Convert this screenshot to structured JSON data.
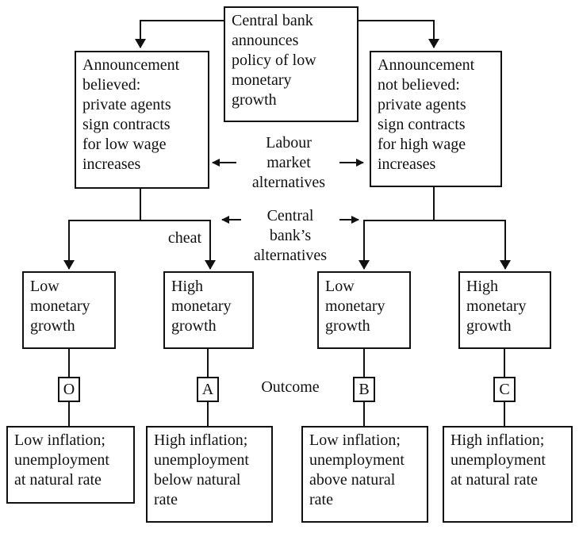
{
  "top": [
    "Central bank",
    "announces",
    "policy of low",
    "monetary",
    "growth"
  ],
  "left_announcement": [
    "Announcement",
    "believed:",
    "private agents",
    "sign contracts",
    "for low wage",
    "increases"
  ],
  "right_announcement": [
    "Announcement",
    "not believed:",
    "private agents",
    "sign contracts",
    "for high wage",
    "increases"
  ],
  "labour_market": [
    "Labour",
    "market",
    "alternatives"
  ],
  "central_bank_alt": [
    "Central",
    "bank’s",
    "alternatives"
  ],
  "cheat": "cheat",
  "outcome": "Outcome",
  "policies": [
    [
      "Low",
      "monetary",
      "growth"
    ],
    [
      "High",
      "monetary",
      "growth"
    ],
    [
      "Low",
      "monetary",
      "growth"
    ],
    [
      "High",
      "monetary",
      "growth"
    ]
  ],
  "outcome_codes": [
    "O",
    "A",
    "B",
    "C"
  ],
  "results": [
    [
      "Low inflation;",
      "unemployment",
      "at natural rate"
    ],
    [
      "High inflation;",
      "unemployment",
      "below natural",
      "rate"
    ],
    [
      "Low inflation;",
      "unemployment",
      "above natural",
      "rate"
    ],
    [
      "High inflation;",
      "unemployment",
      "at natural rate"
    ]
  ]
}
